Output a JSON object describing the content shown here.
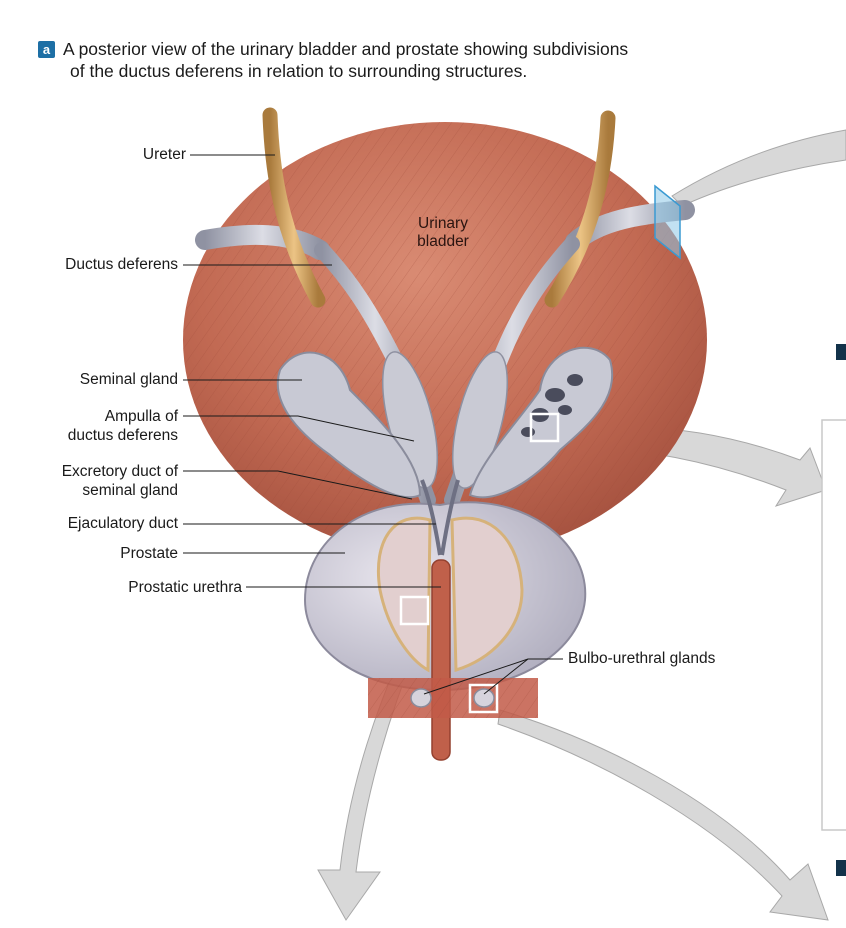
{
  "caption": {
    "badge": "a",
    "line1": "A posterior view of the urinary bladder and prostate showing subdivisions",
    "line2": "of the ductus deferens in relation to surrounding structures."
  },
  "labels": {
    "ureter": "Ureter",
    "urinary_bladder_1": "Urinary",
    "urinary_bladder_2": "bladder",
    "ductus_deferens": "Ductus deferens",
    "seminal_gland": "Seminal gland",
    "ampulla_1": "Ampulla of",
    "ampulla_2": "ductus deferens",
    "excretory_1": "Excretory duct of",
    "excretory_2": "seminal gland",
    "ejaculatory_duct": "Ejaculatory duct",
    "prostate": "Prostate",
    "prostatic_urethra": "Prostatic urethra",
    "bulbo_urethral": "Bulbo-urethral glands"
  },
  "colors": {
    "caption_badge": "#1d6fa5",
    "bladder": "#c4705a",
    "duct": "#b9bcc6",
    "ureter": "#d9a65c",
    "arrow": "#d6d6d6",
    "edge_badge": "#12324a"
  }
}
